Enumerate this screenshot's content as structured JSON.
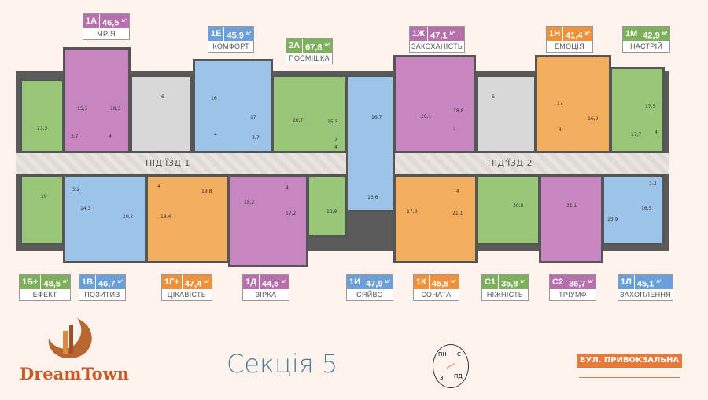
{
  "title": "Секція 5",
  "brand": "DreamTown",
  "street": "ВУЛ. ПРИВОКЗАЛЬНА",
  "compass": {
    "n": "ПН",
    "s": "ПД",
    "e": "С",
    "w": "З"
  },
  "entrances": [
    "ПІД'ЇЗД 1",
    "ПІД'ЇЗД 2"
  ],
  "colors": {
    "pink": "#b86fae",
    "blue": "#6a9fd8",
    "green": "#7cb05a",
    "orange": "#f0913a"
  },
  "tags": [
    {
      "code": "1А",
      "area": "46,5",
      "name": "МРІЯ"
    },
    {
      "code": "1Е",
      "area": "45,9",
      "name": "КОМФОРТ"
    },
    {
      "code": "2А",
      "area": "67,8",
      "name": "ПОСМІШКА"
    },
    {
      "code": "1Ж",
      "area": "47,1",
      "name": "ЗАКОХАНІСТЬ"
    },
    {
      "code": "1Н",
      "area": "41,4",
      "name": "ЕМОЦІЯ"
    },
    {
      "code": "1М",
      "area": "42,9",
      "name": "НАСТРІЙ"
    },
    {
      "code": "1Б+",
      "area": "48,5",
      "name": "ЕФЕКТ"
    },
    {
      "code": "1В",
      "area": "46,7",
      "name": "ПОЗИТИВ"
    },
    {
      "code": "1Г+",
      "area": "47,4",
      "name": "ЦІКАВІСТЬ"
    },
    {
      "code": "1Д",
      "area": "44,5",
      "name": "ЗІРКА"
    },
    {
      "code": "1И",
      "area": "47,9",
      "name": "СЯЙВО"
    },
    {
      "code": "1К",
      "area": "45,5",
      "name": "СОНАТА"
    },
    {
      "code": "С1",
      "area": "35,8",
      "name": "НІЖНІСТЬ"
    },
    {
      "code": "С2",
      "area": "36,7",
      "name": "ТРІУМФ"
    },
    {
      "code": "1Л",
      "area": "45,1",
      "name": "ЗАХОПЛЕННЯ"
    }
  ],
  "unit": "м²",
  "rooms": [
    "23,3",
    "15,3",
    "18,3",
    "3,7",
    "4",
    "6",
    "16",
    "17",
    "3,7",
    "4",
    "20,7",
    "15,3",
    "2",
    "4",
    "16,7",
    "20,1",
    "18,8",
    "4",
    "6",
    "17",
    "16,9",
    "4",
    "17,5",
    "17,7",
    "4",
    "19",
    "3,2",
    "14,3",
    "20,2",
    "19,4",
    "19,8",
    "4",
    "18,2",
    "17,2",
    "4",
    "18,9",
    "16,6",
    "17,8",
    "21,1",
    "4",
    "30,8",
    "31,1",
    "15,9",
    "16,5",
    "3,3"
  ]
}
